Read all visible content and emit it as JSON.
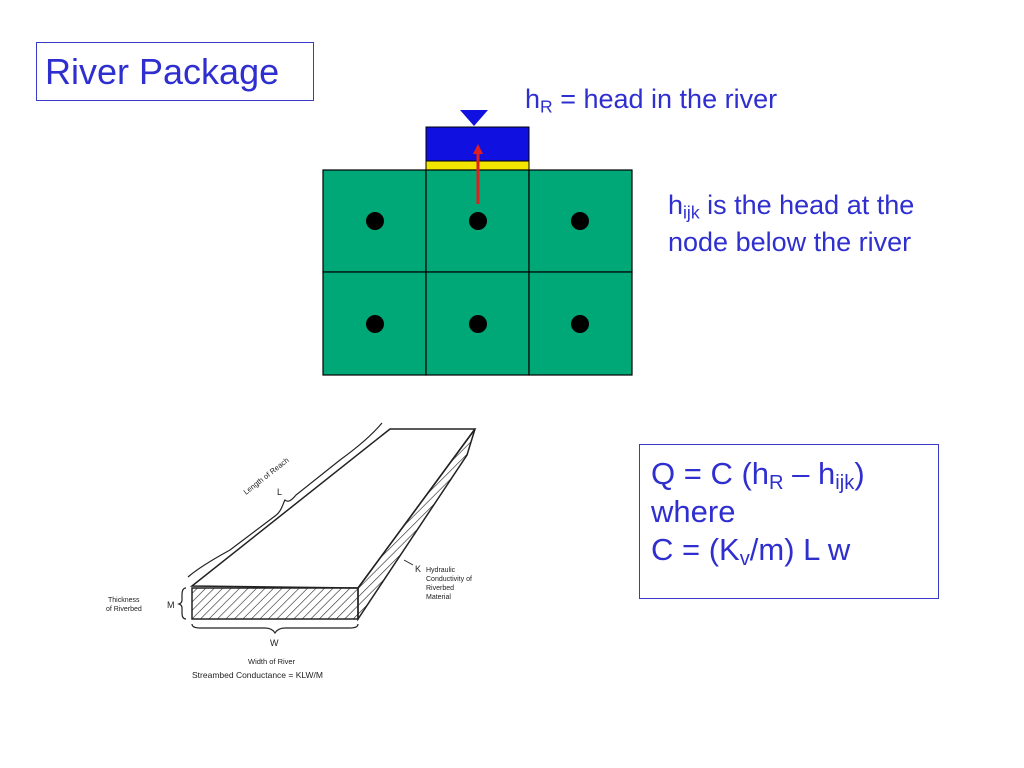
{
  "title": "River Package",
  "hr_label": {
    "h": "h",
    "sub": "R",
    "rest": " = head in the river"
  },
  "hijk_label": {
    "h": "h",
    "sub": "ijk",
    "line1_rest": " is the head at the",
    "line2": "node below the river"
  },
  "formula": {
    "line1": {
      "a": "Q = C (h",
      "sub1": "R",
      "b": " – h",
      "sub2": "ijk",
      "c": ")"
    },
    "line2": "where",
    "line3": {
      "a": "C = (K",
      "sub": "v",
      "b": "/m) L w"
    }
  },
  "riverbed_figure": {
    "length_label": "Length of Reach",
    "l_letter": "L",
    "k_letter": "K",
    "k_label_lines": [
      "Hydraulic",
      "Conductivity of",
      "Riverbed",
      "Material"
    ],
    "m_letter": "M",
    "thickness_label_lines": [
      "Thickness",
      "of Riverbed"
    ],
    "w_letter": "W",
    "width_label": "Width of River",
    "caption": "Streambed Conductance = KLW/M"
  },
  "colors": {
    "accent_text": "#2f2fd0",
    "cell_fill": "#00a878",
    "river_fill": "#1010e0",
    "riverbed_fill": "#f2e600",
    "arrow": "#e02020",
    "node": "#000000"
  }
}
